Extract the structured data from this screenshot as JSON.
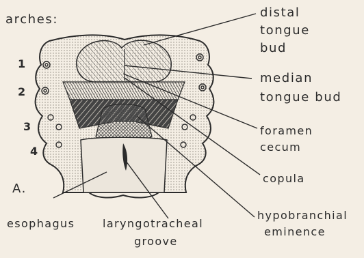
{
  "figure": {
    "arches_heading": "arches:",
    "arch_numbers": [
      "1",
      "2",
      "3",
      "4"
    ],
    "panel_letter": "A.",
    "labels": {
      "distal_tongue_bud": [
        "distal",
        "tongue",
        "bud"
      ],
      "median_tongue_bud": [
        "median",
        "tongue bud"
      ],
      "foramen_cecum": [
        "foramen",
        "cecum"
      ],
      "copula": "copula",
      "hypobranchial_eminence": [
        "hypobranchial",
        "eminence"
      ],
      "esophagus": "esophagus",
      "laryngotracheal_groove": [
        "laryngotracheal",
        "groove"
      ]
    }
  }
}
